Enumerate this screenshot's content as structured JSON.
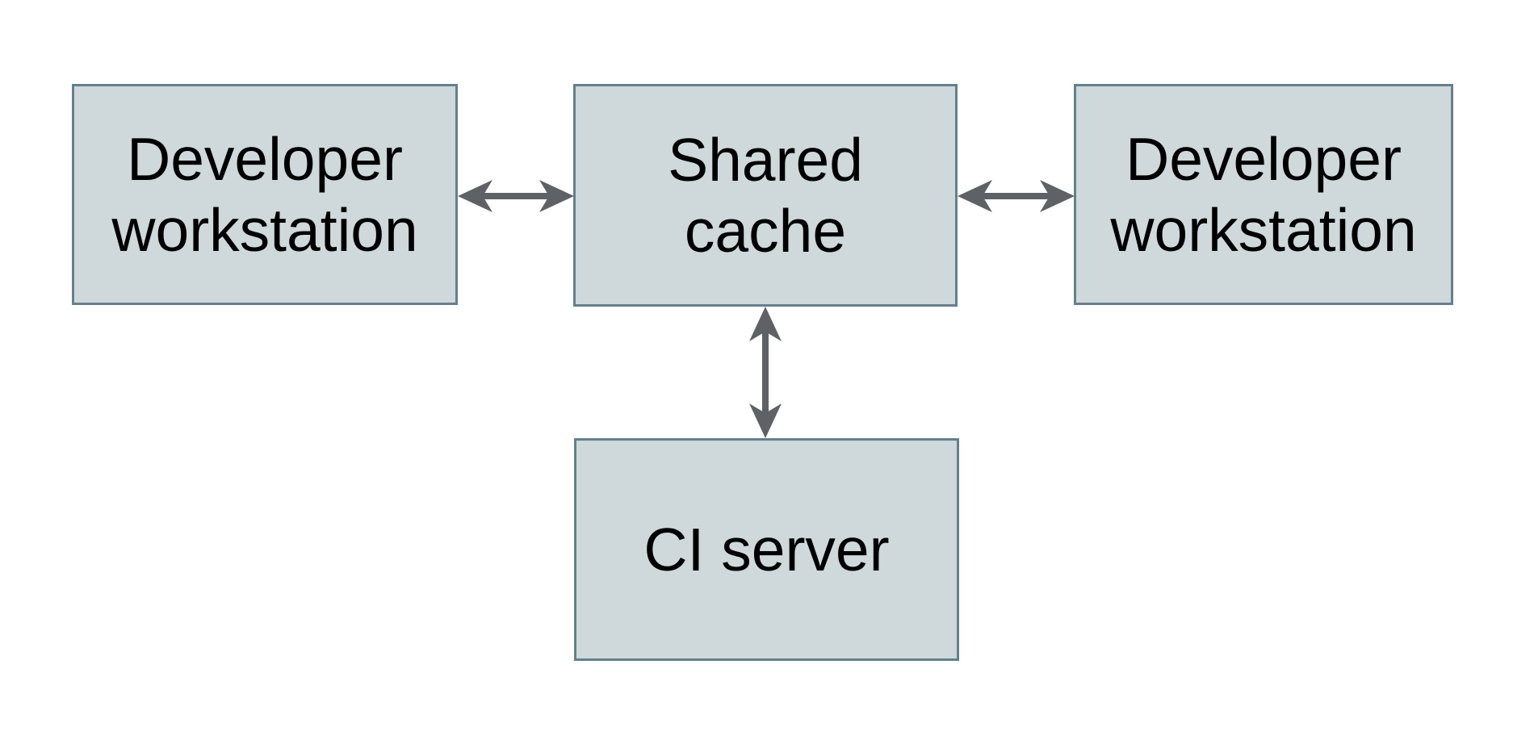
{
  "diagram": {
    "background": "#ffffff",
    "node_fill_color": "#cfd8da",
    "node_border_color": "#65808c",
    "arrow_color": "#5e6165",
    "text_color": "#000000",
    "nodes": {
      "workstation_left": {
        "id": "developer-workstation-left",
        "lines": [
          "Developer",
          "workstation"
        ]
      },
      "shared_cache": {
        "id": "shared-cache",
        "lines": [
          "Shared",
          "cache"
        ]
      },
      "workstation_right": {
        "id": "developer-workstation-right",
        "lines": [
          "Developer",
          "workstation"
        ]
      },
      "ci_server": {
        "id": "ci-server",
        "lines": [
          "CI server"
        ]
      }
    },
    "connections": [
      {
        "from": "developer-workstation-left",
        "to": "shared-cache",
        "type": "bidirectional-arrow",
        "orientation": "horizontal"
      },
      {
        "from": "shared-cache",
        "to": "developer-workstation-right",
        "type": "bidirectional-arrow",
        "orientation": "horizontal"
      },
      {
        "from": "shared-cache",
        "to": "ci-server",
        "type": "bidirectional-arrow",
        "orientation": "vertical"
      }
    ]
  }
}
